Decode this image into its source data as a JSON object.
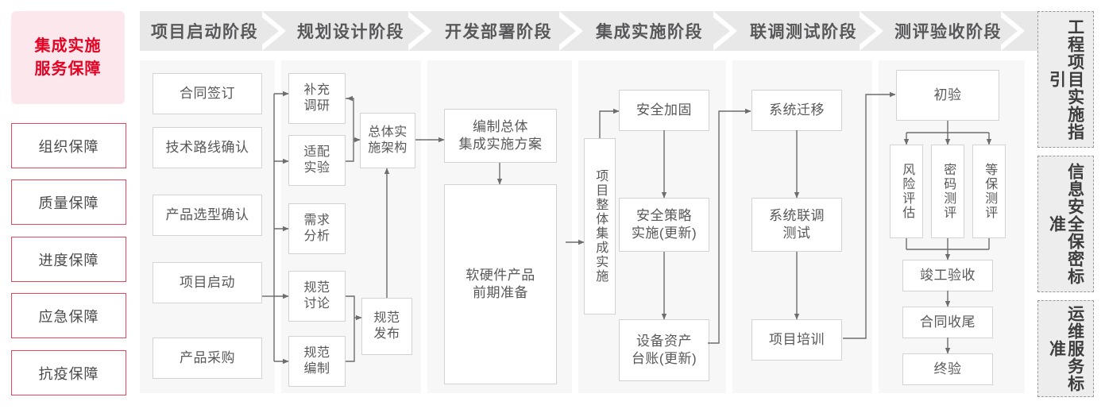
{
  "left_panel": {
    "title": "集成实施\n服务保障",
    "title_line1": "集成实施",
    "title_line2": "服务保障",
    "accent_color": "#e30425",
    "background_color": "#fce8ec",
    "items": [
      {
        "label": "组织保障"
      },
      {
        "label": "质量保障"
      },
      {
        "label": "进度保障"
      },
      {
        "label": "应急保障"
      },
      {
        "label": "抗疫保障"
      }
    ]
  },
  "phases": [
    {
      "id": "phase-initiation",
      "header": "项目启动阶段",
      "boxes": [
        {
          "id": "contract-signing",
          "label": "合同签订"
        },
        {
          "id": "tech-route-confirm",
          "label": "技术路线确认"
        },
        {
          "id": "product-selection-confirm",
          "label": "产品选型确认"
        },
        {
          "id": "project-kickoff",
          "label": "项目启动"
        },
        {
          "id": "product-procurement",
          "label": "产品采购"
        }
      ]
    },
    {
      "id": "phase-planning-design",
      "header": "规划设计阶段",
      "boxes": [
        {
          "id": "supplementary-research",
          "label": "补充\n调研",
          "line1": "补充",
          "line2": "调研"
        },
        {
          "id": "adaptation-experiment",
          "label": "适配\n实验",
          "line1": "适配",
          "line2": "实验"
        },
        {
          "id": "requirements-analysis",
          "label": "需求\n分析",
          "line1": "需求",
          "line2": "分析"
        },
        {
          "id": "spec-discussion",
          "label": "规范\n讨论",
          "line1": "规范",
          "line2": "讨论"
        },
        {
          "id": "spec-drafting",
          "label": "规范\n编制",
          "line1": "规范",
          "line2": "编制"
        },
        {
          "id": "overall-impl-architecture",
          "label": "总体实\n施架构",
          "line1": "总体实",
          "line2": "施架构"
        },
        {
          "id": "spec-release",
          "label": "规范\n发布",
          "line1": "规范",
          "line2": "发布"
        }
      ]
    },
    {
      "id": "phase-dev-deployment",
      "header": "开发部署阶段",
      "boxes": [
        {
          "id": "compile-overall-plan",
          "label": "编制总体\n集成实施方案",
          "line1": "编制总体",
          "line2": "集成实施方案"
        },
        {
          "id": "hw-sw-preparation",
          "label": "软硬件产品\n前期准备",
          "line1": "软硬件产品",
          "line2": "前期准备"
        }
      ]
    },
    {
      "id": "phase-integration",
      "header": "集成实施阶段",
      "boxes": [
        {
          "id": "overall-integration",
          "label": "项目整体集成实施"
        },
        {
          "id": "security-hardening",
          "label": "安全加固"
        },
        {
          "id": "security-policy-impl",
          "label": "安全策略\n实施(更新)",
          "line1": "安全策略",
          "line2": "实施(更新)"
        },
        {
          "id": "asset-ledger",
          "label": "设备资产\n台账(更新)",
          "line1": "设备资产",
          "line2": "台账(更新)"
        }
      ]
    },
    {
      "id": "phase-joint-testing",
      "header": "联调测试阶段",
      "boxes": [
        {
          "id": "system-migration",
          "label": "系统迁移"
        },
        {
          "id": "system-joint-test",
          "label": "系统联调\n测试",
          "line1": "系统联调",
          "line2": "测试"
        },
        {
          "id": "project-training",
          "label": "项目培训"
        }
      ]
    },
    {
      "id": "phase-evaluation-acceptance",
      "header": "测评验收阶段",
      "boxes": [
        {
          "id": "initial-acceptance",
          "label": "初验"
        },
        {
          "id": "risk-assessment",
          "label": "风险评估"
        },
        {
          "id": "crypto-evaluation",
          "label": "密码测评"
        },
        {
          "id": "mlps-evaluation",
          "label": "等保测评"
        },
        {
          "id": "completion-acceptance",
          "label": "竣工验收"
        },
        {
          "id": "contract-closeout",
          "label": "合同收尾"
        },
        {
          "id": "final-acceptance",
          "label": "终验"
        }
      ]
    }
  ],
  "standards": [
    {
      "id": "std-engineering-guide",
      "label": "工程项目实施指引"
    },
    {
      "id": "std-infosec",
      "label": "信息安全保密标准"
    },
    {
      "id": "std-ops-service",
      "label": "运维服务标准"
    }
  ]
}
